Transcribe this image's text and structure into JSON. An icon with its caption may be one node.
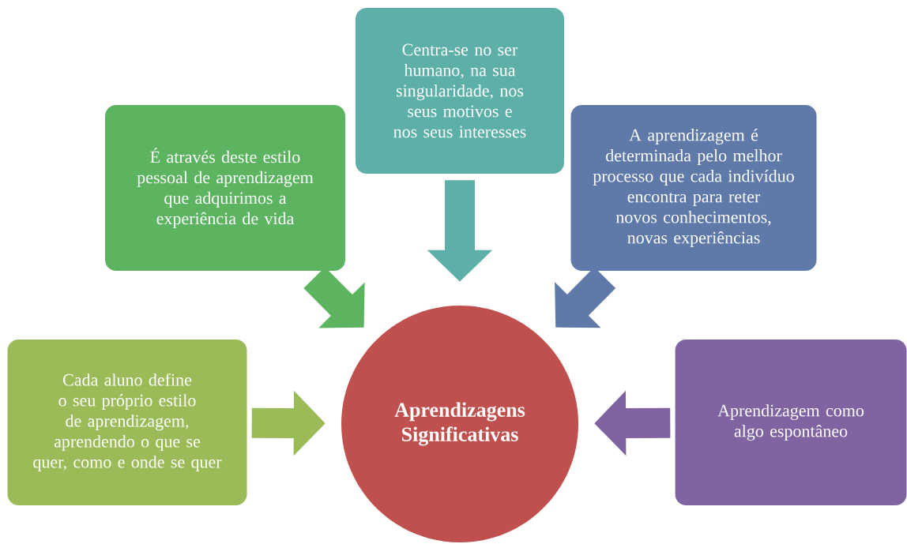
{
  "diagram": {
    "nodes": [
      {
        "text": [
          "Centra-se no ser humano, na sua singularidade, nos seus motivos e nos seus interesses"
        ]
      },
      {
        "text": [
          "É através deste estilo pessoal de aprendizagem que adquirimos a experiência de vida"
        ]
      },
      {
        "text": [
          "A aprendizagem é determinada pelo melhor processo que cada indivíduo encontra para reter novos conhecimentos, novas experiências"
        ]
      },
      {
        "text": [
          "Cada aluno define o seu próprio estilo de aprendizagem, aprendendo o que se quer, como e onde se quer"
        ]
      },
      {
        "text": [
          "Aprendizagens Significativas"
        ]
      },
      {
        "text": [
          "Aprendizagem como algo espontâneo"
        ]
      }
    ],
    "edges": [
      {
        "from": 0,
        "to": 4,
        "arrow": "to",
        "color": "#5cb0a8"
      },
      {
        "from": 1,
        "to": 4,
        "arrow": "to",
        "color": "#5cb461"
      },
      {
        "from": 2,
        "to": 4,
        "arrow": "to",
        "color": "#5f79a8"
      },
      {
        "from": 3,
        "to": 4,
        "arrow": "to",
        "color": "#9bbb59"
      },
      {
        "from": 5,
        "to": 4,
        "arrow": "to",
        "color": "#8064a2"
      }
    ]
  }
}
